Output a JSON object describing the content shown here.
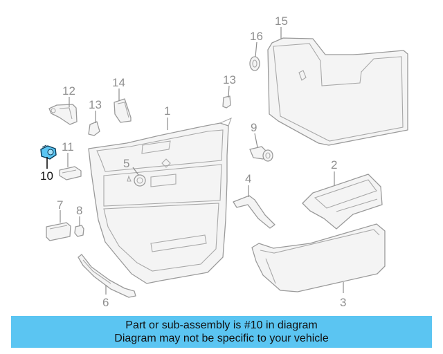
{
  "highlight_color": "#5bc5f2",
  "highlighted_part": "10",
  "callouts": [
    {
      "id": "1",
      "label": "1"
    },
    {
      "id": "2",
      "label": "2"
    },
    {
      "id": "3",
      "label": "3"
    },
    {
      "id": "4",
      "label": "4"
    },
    {
      "id": "5",
      "label": "5"
    },
    {
      "id": "6",
      "label": "6"
    },
    {
      "id": "7",
      "label": "7"
    },
    {
      "id": "8",
      "label": "8"
    },
    {
      "id": "9",
      "label": "9"
    },
    {
      "id": "10",
      "label": "10"
    },
    {
      "id": "11",
      "label": "11"
    },
    {
      "id": "12",
      "label": "12"
    },
    {
      "id": "13a",
      "label": "13"
    },
    {
      "id": "13b",
      "label": "13"
    },
    {
      "id": "14",
      "label": "14"
    },
    {
      "id": "15",
      "label": "15"
    },
    {
      "id": "16",
      "label": "16"
    }
  ],
  "caption": {
    "line1": "Part or sub-assembly is #10 in diagram",
    "line2": "Diagram may not be specific to your vehicle"
  }
}
